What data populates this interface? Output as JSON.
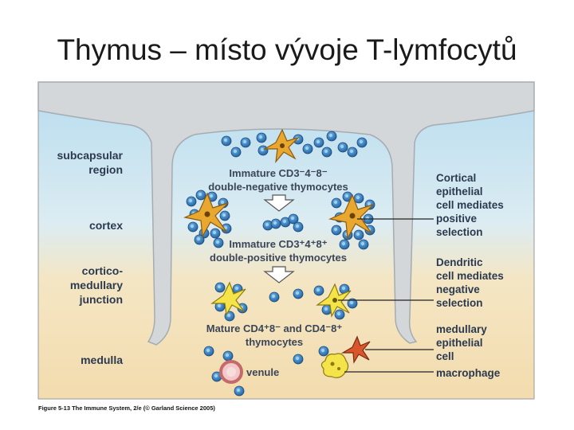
{
  "slide": {
    "title": "Thymus – místo vývoje T-lymfocytů"
  },
  "diagram": {
    "left_labels": {
      "subcapsular": [
        "subcapsular",
        "region"
      ],
      "cortex": [
        "cortex"
      ],
      "junction": [
        "cortico-",
        "medullary",
        "junction"
      ],
      "medulla": [
        "medulla"
      ]
    },
    "center_labels": {
      "dn": [
        "Immature CD3⁻4⁻8⁻",
        "double-negative thymocytes"
      ],
      "dp": [
        "Immature CD3⁺4⁺8⁺",
        "double-positive thymocytes"
      ],
      "mature": [
        "Mature CD4⁺8⁻ and CD4⁻8⁺",
        "thymocytes"
      ],
      "venule": "venule"
    },
    "right_labels": {
      "cortical_epithelial": [
        "Cortical",
        "epithelial",
        "cell mediates",
        "positive",
        "selection"
      ],
      "dendritic": [
        "Dendritic",
        "cell mediates",
        "negative",
        "selection"
      ],
      "medullary_epithelial": [
        "medullary",
        "epithelial",
        "cell"
      ],
      "macrophage": [
        "macrophage"
      ]
    },
    "caption": "Figure 5-13 The Immune System, 2/e (© Garland Science 2005)",
    "colors": {
      "capsule": "#d2d6da",
      "cortex_blue": "#c4e2f1",
      "medulla_tan": "#f3dfb4",
      "thymocyte": "#2f7dc0",
      "cortical_epithelial": "#e8a82f",
      "dendritic": "#f4e44a",
      "medullary_epithelial": "#d9562d",
      "macrophage": "#f4e44a",
      "venule": "#d88a8a"
    }
  }
}
